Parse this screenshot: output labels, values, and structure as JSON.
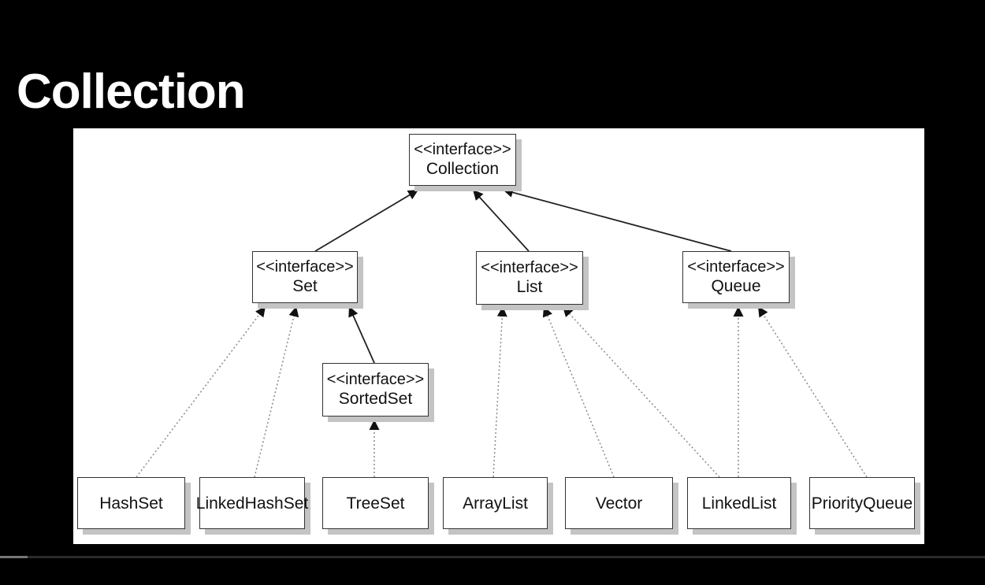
{
  "slide": {
    "title": "Collection"
  },
  "diagram": {
    "stereotype": "<<interface>>",
    "interfaces": {
      "collection": "Collection",
      "set": "Set",
      "list": "List",
      "queue": "Queue",
      "sortedset": "SortedSet"
    },
    "classes": {
      "hashset": "HashSet",
      "linkedhashset": "LinkedHashSet",
      "treeset": "TreeSet",
      "arraylist": "ArrayList",
      "vector": "Vector",
      "linkedlist": "LinkedList",
      "priorityqueue": "PriorityQueue"
    },
    "relations": [
      {
        "from": "set",
        "to": "collection",
        "kind": "extends"
      },
      {
        "from": "list",
        "to": "collection",
        "kind": "extends"
      },
      {
        "from": "queue",
        "to": "collection",
        "kind": "extends"
      },
      {
        "from": "sortedset",
        "to": "set",
        "kind": "extends"
      },
      {
        "from": "hashset",
        "to": "set",
        "kind": "implements"
      },
      {
        "from": "linkedhashset",
        "to": "set",
        "kind": "implements"
      },
      {
        "from": "treeset",
        "to": "sortedset",
        "kind": "implements"
      },
      {
        "from": "arraylist",
        "to": "list",
        "kind": "implements"
      },
      {
        "from": "vector",
        "to": "list",
        "kind": "implements"
      },
      {
        "from": "linkedlist",
        "to": "list",
        "kind": "implements"
      },
      {
        "from": "linkedlist",
        "to": "queue",
        "kind": "implements"
      },
      {
        "from": "priorityqueue",
        "to": "queue",
        "kind": "implements"
      }
    ]
  }
}
